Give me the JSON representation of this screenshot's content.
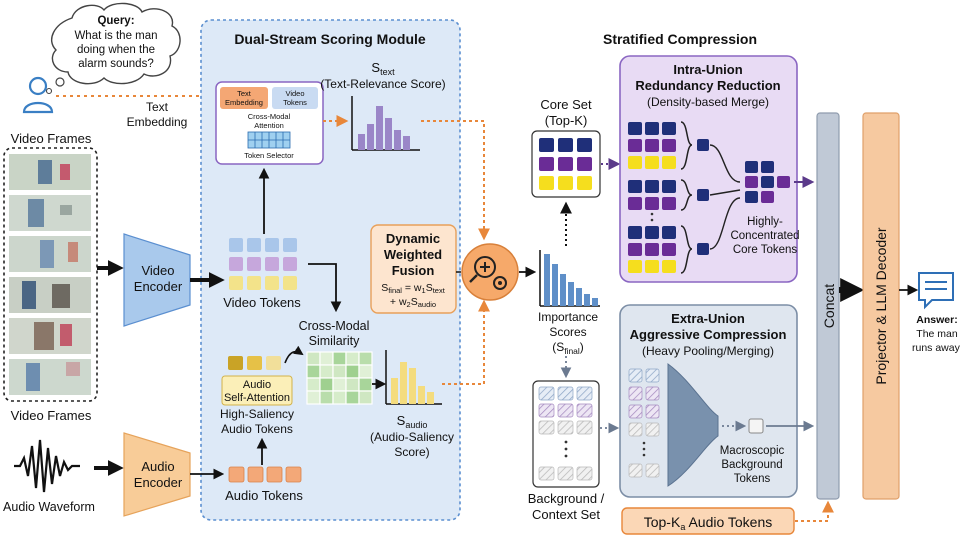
{
  "query": {
    "title": "Query:",
    "lines": [
      "What is the man",
      "doing when the",
      "alarm sounds?"
    ]
  },
  "text_embedding_label": [
    "Text",
    "Embedding"
  ],
  "video_frames": {
    "top_label": "Video Frames",
    "bottom_label": "Video Frames",
    "count": 6
  },
  "video_encoder": [
    "Video",
    "Encoder"
  ],
  "audio_encoder": [
    "Audio",
    "Encoder"
  ],
  "audio_waveform_label": "Audio Waveform",
  "dual_stream": {
    "title": "Dual-Stream Scoring Module",
    "inset": {
      "text_embedding": [
        "Text",
        "Embedding"
      ],
      "video_tokens": [
        "Video",
        "Tokens"
      ],
      "cross_attention": [
        "Cross-Modal",
        "Attention"
      ],
      "token_selector": "Token Selector"
    },
    "s_text": {
      "symbol": "S",
      "sub": "text",
      "desc": "(Text-Relevance Score)"
    },
    "video_tokens_label": "Video Tokens",
    "cross_modal_similarity": [
      "Cross-Modal",
      "Similarity"
    ],
    "audio_self_attention": [
      "Audio",
      "Self-Attention"
    ],
    "high_saliency": [
      "High-Saliency",
      "Audio Tokens"
    ],
    "audio_tokens_label": "Audio Tokens",
    "s_audio": {
      "symbol": "S",
      "sub": "audio",
      "desc": [
        "(Audio-Saliency",
        "Score)"
      ]
    },
    "fusion": {
      "title": [
        "Dynamic",
        "Weighted",
        "Fusion"
      ],
      "eq1": {
        "s": "S",
        "sub": "final",
        "mid": " = w",
        "w1": "1",
        "s2": "S",
        "sub2": "text"
      },
      "eq2": {
        "pre": "+ w",
        "w2": "2",
        "s": "S",
        "sub": "audio"
      }
    }
  },
  "stratified": {
    "title": "Stratified Compression",
    "core_set": [
      "Core Set",
      "(Top-K)"
    ],
    "importance": {
      "lines": [
        "Importance",
        "Scores"
      ],
      "s": "(S",
      "sub": "final",
      "close": ")"
    },
    "background_set": [
      "Background /",
      "Context Set"
    ],
    "intra": {
      "title": [
        "Intra-Union",
        "Redundancy Reduction"
      ],
      "subtitle": "(Density-based Merge)",
      "output": [
        "Highly-",
        "Concentrated",
        "Core Tokens"
      ]
    },
    "extra": {
      "title": [
        "Extra-Union",
        "Aggressive Compression"
      ],
      "subtitle": "(Heavy Pooling/Merging)",
      "output": [
        "Macroscopic",
        "Background",
        "Tokens"
      ]
    },
    "topk_audio": {
      "pre": "Top-K",
      "sub": "a",
      "post": " Audio Tokens"
    }
  },
  "concat_label": "Concat",
  "decoder_label": "Projector & LLM Decoder",
  "answer": {
    "title": "Answer:",
    "lines": [
      "The man",
      "runs away."
    ]
  },
  "colors": {
    "module_bg": "#dce9f7",
    "module_border": "#5b8fd0",
    "video_token_blue": "#a9c6ea",
    "video_token_purple": "#c6a7dc",
    "video_token_yellow": "#f3e38a",
    "audio_token": "#f3a878",
    "encoder_blue": "#9fc3ea",
    "encoder_orange": "#f6c58f",
    "fusion_bg": "#fde5cf",
    "dash_orange": "#e8873a",
    "purple_panel": "#e8dbf4",
    "core_purple": "#6a2c96",
    "core_navy": "#1f2f79",
    "core_yellow": "#f5de1e",
    "decoder": "#f6c9a0",
    "concat": "#c0c9d6"
  }
}
